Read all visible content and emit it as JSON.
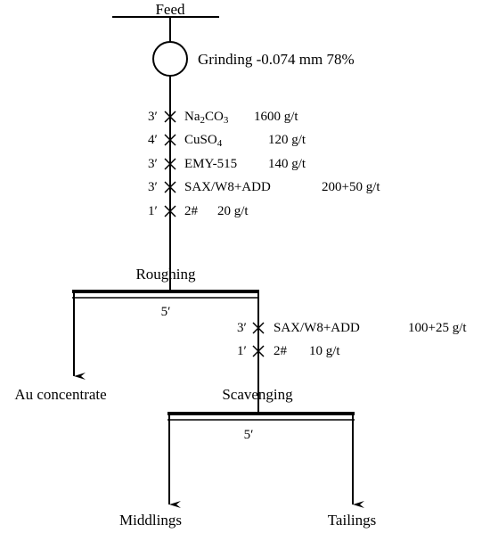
{
  "feed": {
    "label": "Feed"
  },
  "grinding": {
    "label": "Grinding -0.074 mm 78%"
  },
  "reagents_rougher": [
    {
      "time": "3′",
      "reagent_base": "Na",
      "reagent_sub1": "2",
      "reagent_mid": "CO",
      "reagent_sub2": "3",
      "dosage": "1600 g/t"
    },
    {
      "time": "4′",
      "reagent_base": "CuSO",
      "reagent_sub1": "4",
      "reagent_mid": "",
      "reagent_sub2": "",
      "dosage": "120 g/t"
    },
    {
      "time": "3′",
      "reagent_base": "EMY-515",
      "reagent_sub1": "",
      "reagent_mid": "",
      "reagent_sub2": "",
      "dosage": "140 g/t"
    },
    {
      "time": "3′",
      "reagent_base": "SAX/W8+ADD",
      "reagent_sub1": "",
      "reagent_mid": "",
      "reagent_sub2": "",
      "dosage": "200+50 g/t"
    },
    {
      "time": "1′",
      "reagent_base": "2#",
      "reagent_sub1": "",
      "reagent_mid": "",
      "reagent_sub2": "",
      "dosage": "20 g/t"
    }
  ],
  "roughing": {
    "label": "Roughing",
    "time": "5′"
  },
  "reagents_scavenger": [
    {
      "time": "3′",
      "reagent": "SAX/W8+ADD",
      "dosage": "100+25 g/t"
    },
    {
      "time": "1′",
      "reagent": "2#",
      "dosage": "10 g/t"
    }
  ],
  "scavenging": {
    "label": "Scavenging",
    "time": "5′"
  },
  "products": {
    "au_concentrate": "Au concentrate",
    "middlings": "Middlings",
    "tailings": "Tailings"
  }
}
